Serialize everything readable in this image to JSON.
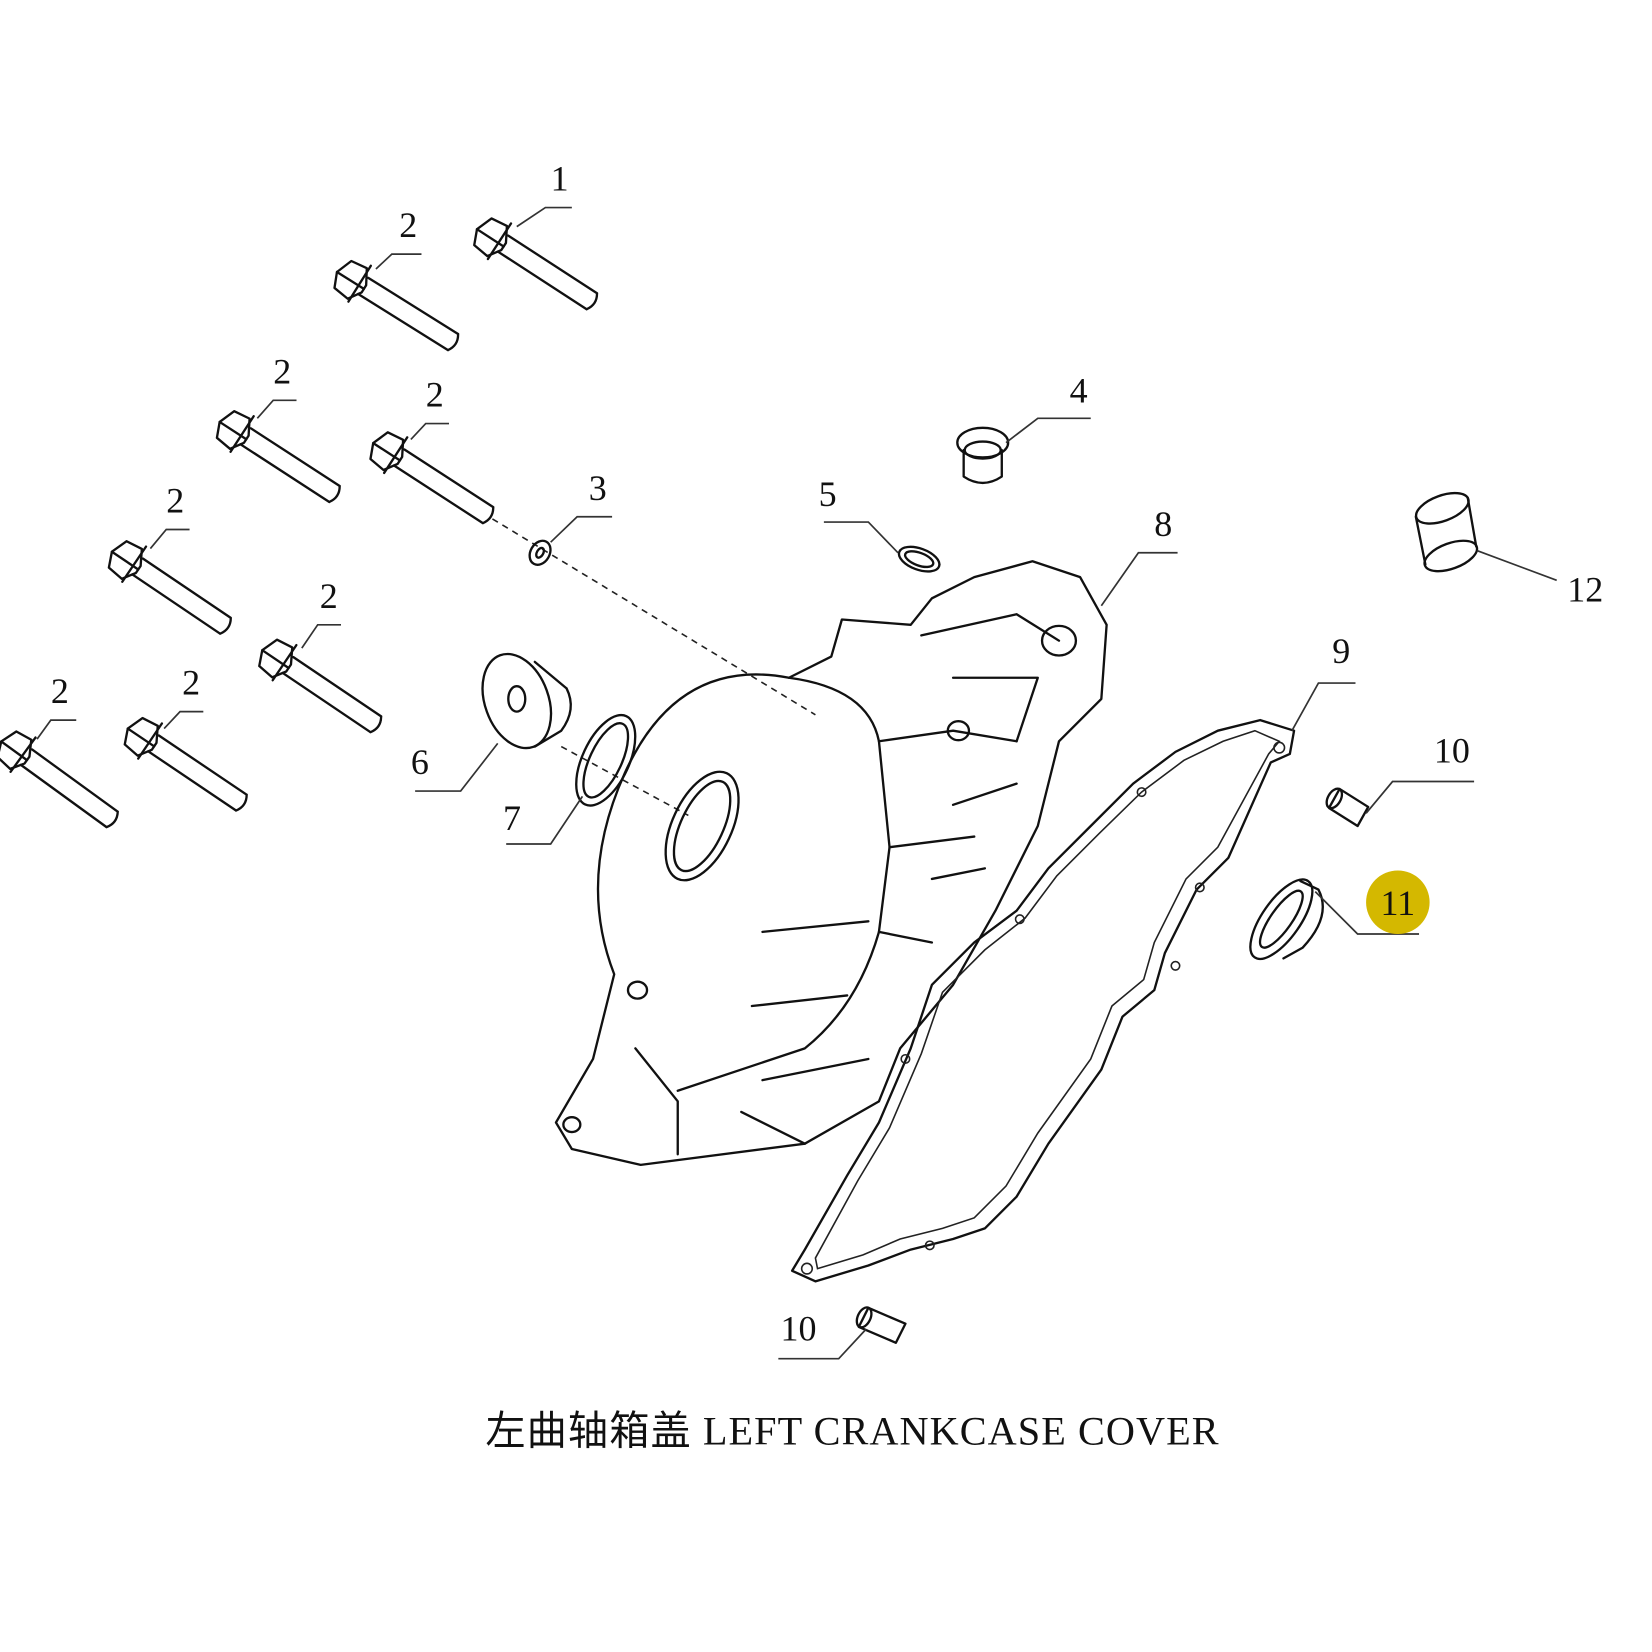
{
  "title": "左曲轴箱盖 LEFT CRANKCASE COVER",
  "highlight_color": "#d4b800",
  "callouts": {
    "c1": "1",
    "c2a": "2",
    "c2b": "2",
    "c2c": "2",
    "c2d": "2",
    "c2e": "2",
    "c2f": "2",
    "c2g": "2",
    "c3": "3",
    "c4": "4",
    "c5": "5",
    "c6": "6",
    "c7": "7",
    "c8": "8",
    "c9": "9",
    "c10a": "10",
    "c10b": "10",
    "c11": "11",
    "c12": "12"
  },
  "highlighted_part": "11"
}
